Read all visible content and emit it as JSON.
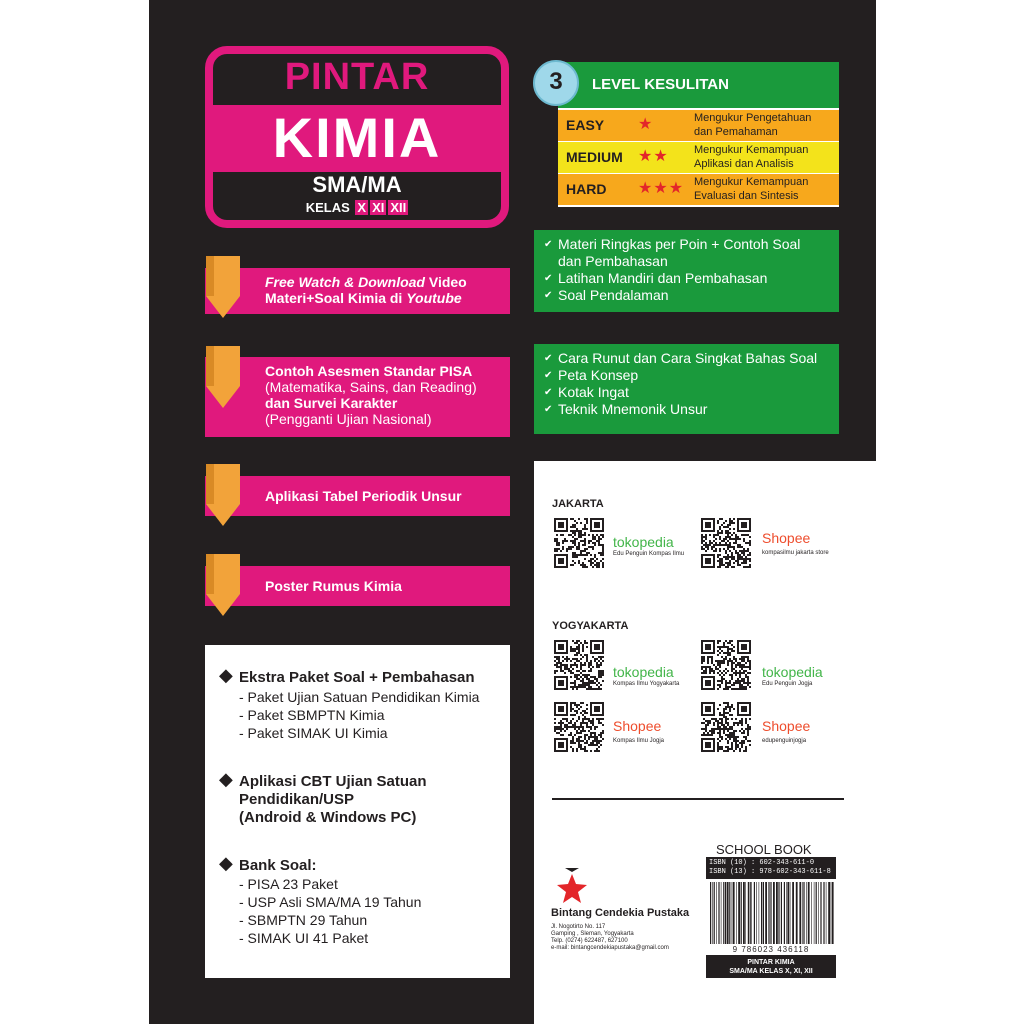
{
  "title": {
    "line1": "PINTAR",
    "line2": "KIMIA",
    "line3": "SMA/MA",
    "kelas_label": "KELAS",
    "kelas": [
      "X",
      "XI",
      "XII"
    ]
  },
  "level": {
    "number": "3",
    "title": "LEVEL KESULITAN",
    "rows": [
      {
        "name": "EASY",
        "stars": "★",
        "desc1": "Mengukur Pengetahuan",
        "desc2": "dan Pemahaman"
      },
      {
        "name": "MEDIUM",
        "stars": "★★",
        "desc1": "Mengukur Kemampuan",
        "desc2": "Aplikasi dan Analisis"
      },
      {
        "name": "HARD",
        "stars": "★★★",
        "desc1": "Mengukur Kemampuan",
        "desc2": "Evaluasi dan Sintesis"
      }
    ]
  },
  "green1": [
    "Materi Ringkas per Poin + Contoh Soal",
    "dan Pembahasan",
    "Latihan Mandiri dan Pembahasan",
    "Soal Pendalaman"
  ],
  "green2": [
    "Cara Runut dan Cara Singkat Bahas Soal",
    "Peta Konsep",
    "Kotak Ingat",
    "Teknik Mnemonik Unsur"
  ],
  "features": {
    "f1": {
      "a": "Free Watch & Download",
      "b": " Video",
      "c": "Materi+Soal Kimia di ",
      "d": "Youtube"
    },
    "f2": {
      "a": "Contoh Asesmen Standar PISA",
      "b": "(Matematika, Sains, dan Reading)",
      "c": "dan Survei Karakter",
      "d": "(Pengganti Ujian Nasional)"
    },
    "f3": "Aplikasi Tabel Periodik Unsur",
    "f4": "Poster Rumus Kimia"
  },
  "extras": {
    "h1": "Ekstra Paket Soal + Pembahasan",
    "l1": [
      "- Paket Ujian Satuan Pendidikan Kimia",
      "- Paket SBMPTN Kimia",
      "- Paket SIMAK UI Kimia"
    ],
    "h2": [
      "Aplikasi CBT Ujian Satuan",
      "Pendidikan/USP",
      "(Android & Windows PC)"
    ],
    "h3": "Bank Soal:",
    "l3": [
      "- PISA 23 Paket",
      "- USP Asli SMA/MA 19 Tahun",
      "- SBMPTN 29 Tahun",
      "- SIMAK UI 41 Paket"
    ]
  },
  "shops": {
    "jakarta": "JAKARTA",
    "yogyakarta": "YOGYAKARTA",
    "tokopedia": "tokopedia",
    "shopee": "Shopee",
    "jkt_tokped_sub": "Edu Penguin Kompas Ilmu",
    "jkt_shopee_sub": "kompasilmu jakarta store",
    "yk_tokped1_sub": "Kompas Ilmu Yogyakarta",
    "yk_tokped2_sub": "Edu Penguin Jogja",
    "yk_shopee1_sub": "Kompas Ilmu Jogja",
    "yk_shopee2_sub": "edupenguinjogja"
  },
  "publisher": {
    "name": "Bintang Cendekia Pustaka",
    "addr1": "Jl. Nogotirto No. 117",
    "addr2": "Gamping , Sleman, Yogyakarta",
    "addr3": "Telp. (0274) 622487, 627100",
    "addr4": "e-mail: bintangcendekiapustaka@gmail.com"
  },
  "barcode": {
    "school_book": "SCHOOL BOOK",
    "isbn10": "ISBN (10) : 602-343-611-0",
    "isbn13": "ISBN (13) : 978-602-343-611-8",
    "number": "9 786023 436118",
    "caption1": "PINTAR KIMIA",
    "caption2": "SMA/MA KELAS X, XI, XII"
  },
  "colors": {
    "pink": "#e0197d",
    "green": "#1a9a3c",
    "dark": "#231f20",
    "orange": "#f7a81c",
    "yellow": "#f3e31b"
  }
}
